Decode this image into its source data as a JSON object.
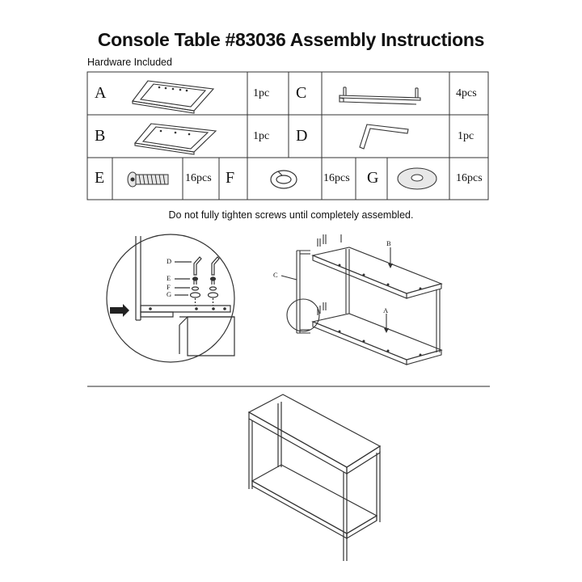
{
  "title": "Console Table #83036 Assembly Instructions",
  "hardware_label": "Hardware Included",
  "parts": [
    {
      "letter": "A",
      "qty": "1pc"
    },
    {
      "letter": "B",
      "qty": "1pc"
    },
    {
      "letter": "C",
      "qty": "4pcs"
    },
    {
      "letter": "D",
      "qty": "1pc"
    },
    {
      "letter": "E",
      "qty": "16pcs"
    },
    {
      "letter": "F",
      "qty": "16pcs"
    },
    {
      "letter": "G",
      "qty": "16pcs"
    }
  ],
  "note": "Do not fully tighten screws until completely assembled.",
  "detail_labels": [
    "D",
    "E",
    "F",
    "G"
  ],
  "exploded_labels": {
    "b": "B",
    "c": "C",
    "a": "A"
  }
}
